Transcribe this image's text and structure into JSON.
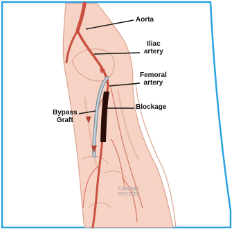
{
  "labels": {
    "aorta": "Aorta",
    "iliac_line1": "Iliac",
    "iliac_line2": "artery",
    "femoral_line1": "Femoral",
    "femoral_line2": "artery",
    "blockage": "Blockage",
    "bypass_line1": "Bypass",
    "bypass_line2": "Graft"
  },
  "copyright": {
    "line1": "Copyright",
    "line2": "SVS 2005"
  },
  "colors": {
    "frame": "#2aa2e0",
    "skin": "#f6d3c4",
    "skin_shadow": "#dca390",
    "artery": "#c9503f",
    "blockage": "#2a0d08",
    "graft": "#a9b8c4",
    "leader": "#111111"
  }
}
